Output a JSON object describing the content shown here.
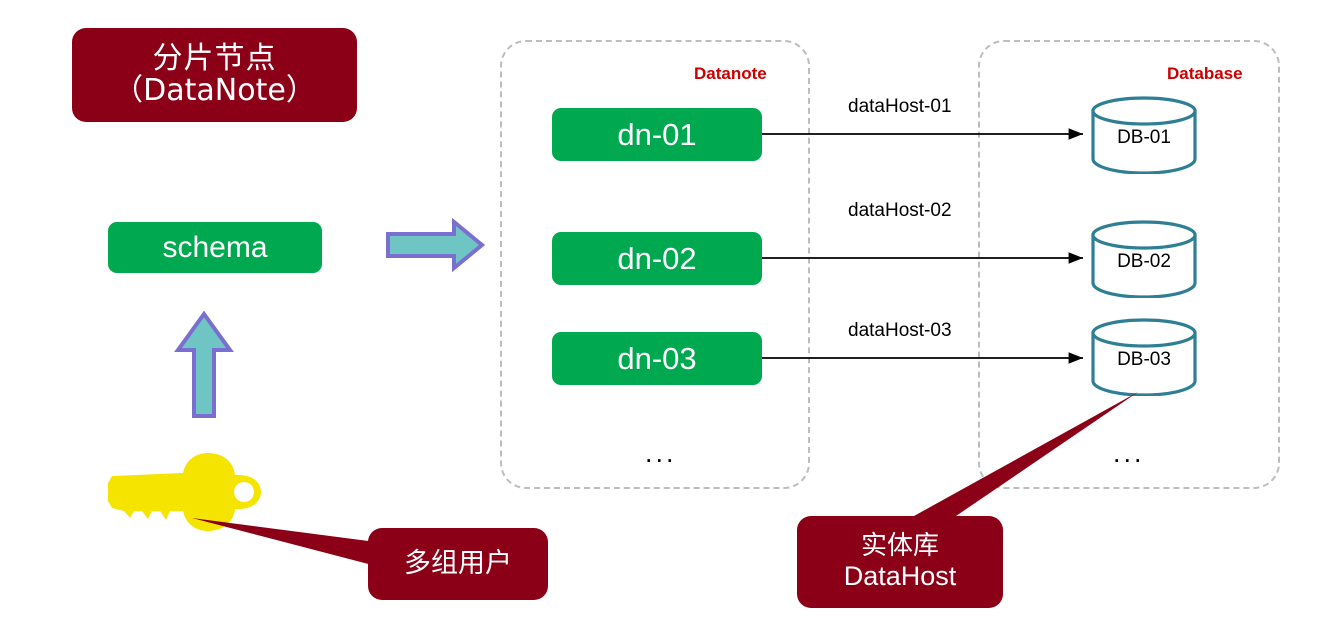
{
  "diagram": {
    "title_badge": {
      "line1": "分片节点",
      "line2": "（DataNote）"
    },
    "schema_box": {
      "label": "schema"
    },
    "groups": {
      "datanote": {
        "label": "Datanote",
        "ellipsis": "..."
      },
      "database": {
        "label": "Database",
        "ellipsis": "..."
      }
    },
    "nodes": [
      {
        "label": "dn-01"
      },
      {
        "label": "dn-02"
      },
      {
        "label": "dn-03"
      }
    ],
    "links": [
      {
        "label": "dataHost-01"
      },
      {
        "label": "dataHost-02"
      },
      {
        "label": "dataHost-03"
      }
    ],
    "databases": [
      {
        "label": "DB-01"
      },
      {
        "label": "DB-02"
      },
      {
        "label": "DB-03"
      }
    ],
    "callouts": {
      "users": {
        "text": "多组用户"
      },
      "datahost": {
        "line1": "实体库",
        "line2": "DataHost"
      }
    },
    "icons": {
      "key": "key-icon",
      "arrow_right": "arrow-right-icon",
      "arrow_up": "arrow-up-icon"
    },
    "colors": {
      "maroon": "#8C0017",
      "green": "#00A94F",
      "group_label_red": "#CC0000",
      "cylinder_stroke": "#2E7E94",
      "arrow_fill": "#6FC4C4",
      "arrow_stroke": "#7A6FD0",
      "key_yellow": "#F5E400",
      "dashed_gray": "#BDBDBD"
    }
  }
}
